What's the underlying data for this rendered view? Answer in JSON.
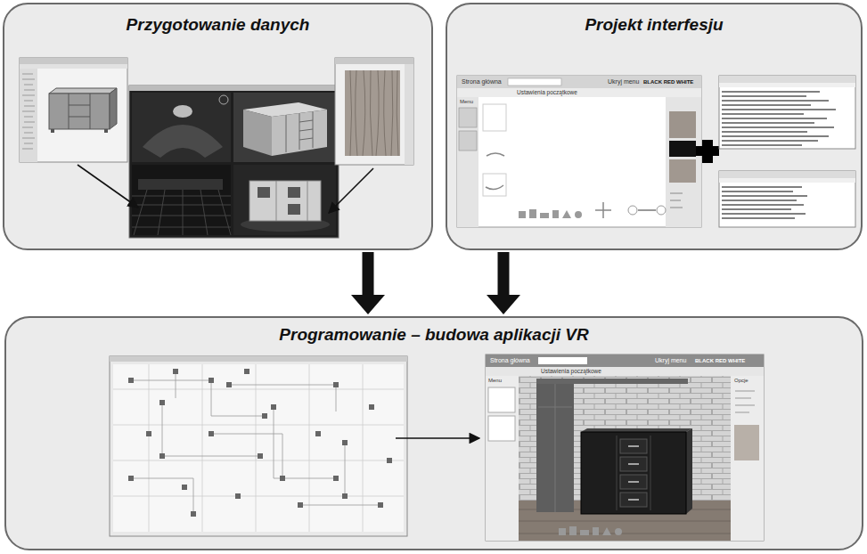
{
  "diagram": {
    "nodes": [
      {
        "text": [
          "Przygotowanie danych"
        ]
      },
      {
        "text": [
          "Projekt interfesju"
        ]
      },
      {
        "text": [
          "Programowanie – budowa aplikacji VR"
        ]
      }
    ],
    "edges": [
      {
        "from": 0,
        "to": 2,
        "arrow": "to"
      },
      {
        "from": 1,
        "to": 2,
        "arrow": "to"
      }
    ],
    "labels": [
      "Strona główna",
      "Ukryj menu",
      "BLACK RED WHITE",
      "Ustawienia początkowe",
      "Menu",
      "Strona główna",
      "Ukryj menu",
      "BLACK RED WHITE",
      "Ustawienia początkowe",
      "Menu",
      "Opcje"
    ]
  }
}
